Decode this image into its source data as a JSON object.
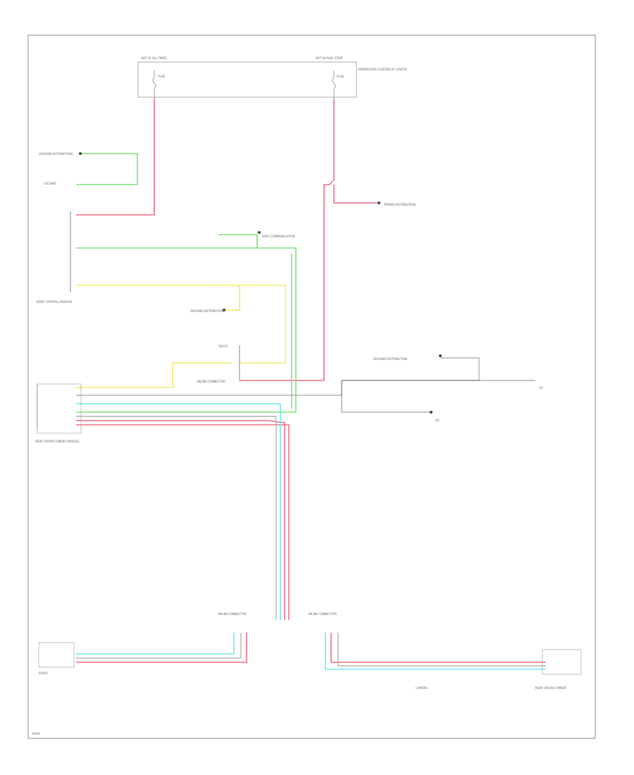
{
  "colors": {
    "frame": "#888888",
    "red_wire": "#f06d82",
    "green_wire": "#7fe07a",
    "yellow_wire": "#f0ec6a",
    "cyan_wire": "#6fe8ee",
    "gray_wire": "#b4b4b4",
    "black_wire": "#555555"
  },
  "labels": {
    "fuse_left_header": "HOT AT ALL TIMES",
    "fuse_right_header": "HOT IN RUN, START",
    "fuse_left_name": "FUSE",
    "fuse_right_name": "FUSE",
    "fuse_box_caption": "UNDERHOOD FUSE/RELAY CENTER",
    "ground_top_left": "GROUND DISTRIBUTION",
    "locking_ground": "LOCKING",
    "cm_upper_block": "BODY CONTROL MODULE",
    "rvcm_block": "REAR VISION CAMERA MODULE",
    "power_dist_right": "POWER DISTRIBUTION",
    "data_comm": "DATA COMMUNICATION",
    "ground_dist_mid": "GROUND DISTRIBUTION",
    "splice_s1": "SPLICE",
    "inline_connector": "INLINE CONNECTOR",
    "ground_dist_right": "GROUND DISTRIBUTION",
    "ground_g1": "G1",
    "ground_g2": "G2",
    "lower_left_block": "RADIO",
    "lower_left_conn": "INLINE CONNECTOR",
    "lower_right_conn": "INLINE CONNECTOR",
    "rear_vision_camera": "REAR VISION CAMERA",
    "camera_sub": "CAMERA",
    "bottom_left_tag": "REAR"
  }
}
